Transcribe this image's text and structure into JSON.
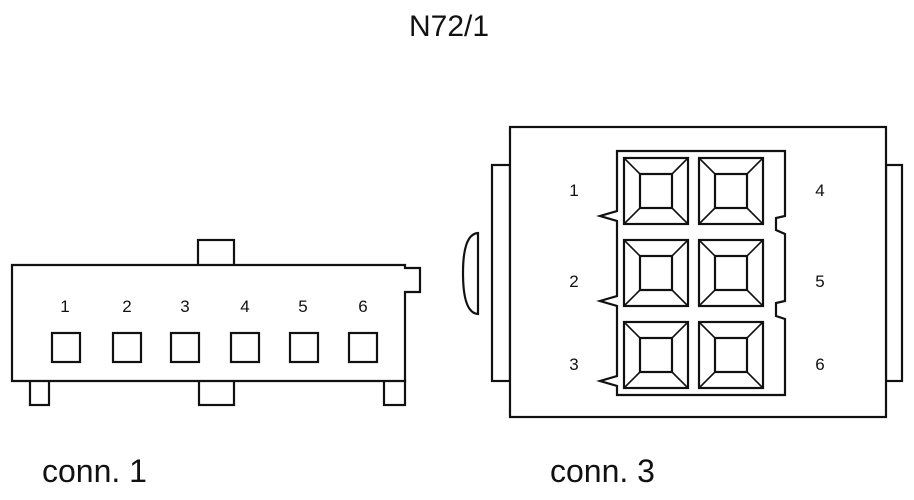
{
  "title": "N72/1",
  "connectors": [
    {
      "label": "conn. 1",
      "pins": [
        "1",
        "2",
        "3",
        "4",
        "5",
        "6"
      ]
    },
    {
      "label": "conn. 3",
      "pins": [
        "1",
        "2",
        "3",
        "4",
        "5",
        "6"
      ]
    }
  ]
}
